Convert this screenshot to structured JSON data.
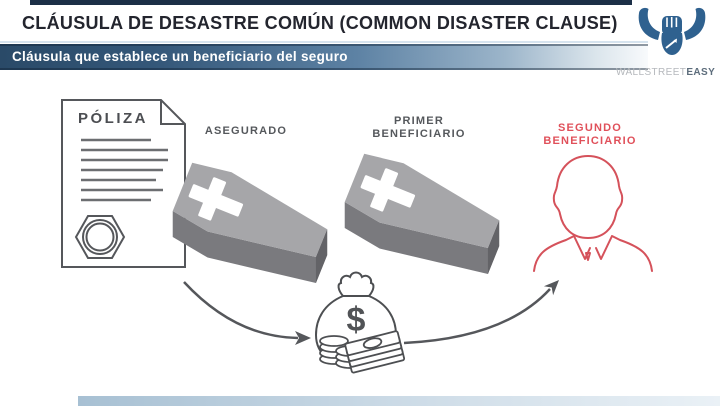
{
  "header": {
    "title": "CLÁUSULA DE DESASTRE COMÚN (COMMON DISASTER CLAUSE)",
    "subtitle": "Cláusula que establece un beneficiario del seguro"
  },
  "logo": {
    "brand_primary": "WALLSTREET",
    "brand_secondary": "EASY"
  },
  "diagram": {
    "policy_label": "PÓLIZA",
    "insured_label": "ASEGURADO",
    "first_beneficiary_label": "PRIMER BENEFICIARIO",
    "second_beneficiary_label": "SEGUNDO BENEFICIARIO",
    "money_bag": {
      "currency_symbol": "$"
    }
  },
  "colors": {
    "title_text": "#23252e",
    "subtitle_bar_dark": "#2a4a68",
    "top_bar": "#1c2f47",
    "accent_red": "#e0505a",
    "outline_gray": "#55575b",
    "coffin_top_gray": "#a6a6a9",
    "coffin_side_gray": "#7a7a7e",
    "logo_blue": "#2f618f",
    "bottom_bar_blue": "#a7c0d3"
  }
}
